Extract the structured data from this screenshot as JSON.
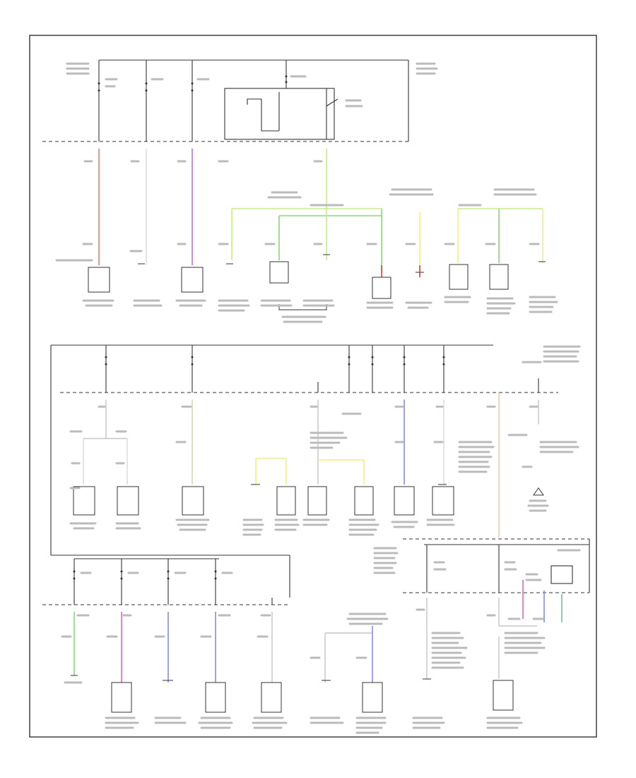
{
  "diagram": {
    "footer_code": "",
    "wire_colors": {
      "red": "#f07860",
      "violet": "#c070e0",
      "yellow_green": "#c8f078",
      "green": "#80e070",
      "yellow": "#f0f080",
      "orange": "#f8c8a0",
      "blue": "#8888f0",
      "pink": "#f060b0",
      "tan": "#d8d8a8",
      "teal": "#70c0b0",
      "red_tracer": "#e04040"
    },
    "modules": [
      {
        "name": "module-1"
      },
      {
        "name": "module-2"
      },
      {
        "name": "module-3"
      },
      {
        "name": "module-4"
      },
      {
        "name": "module-5"
      },
      {
        "name": "module-6"
      },
      {
        "name": "module-7"
      },
      {
        "name": "module-8"
      },
      {
        "name": "module-9"
      },
      {
        "name": "module-10"
      },
      {
        "name": "module-11"
      },
      {
        "name": "module-12"
      },
      {
        "name": "module-13"
      },
      {
        "name": "module-14"
      },
      {
        "name": "module-15"
      },
      {
        "name": "module-16"
      },
      {
        "name": "module-17"
      },
      {
        "name": "module-18"
      },
      {
        "name": "module-19"
      },
      {
        "name": "module-20"
      },
      {
        "name": "module-21"
      },
      {
        "name": "module-22"
      },
      {
        "name": "module-23"
      },
      {
        "name": "module-24"
      },
      {
        "name": "module-25"
      },
      {
        "name": "module-26"
      }
    ]
  }
}
